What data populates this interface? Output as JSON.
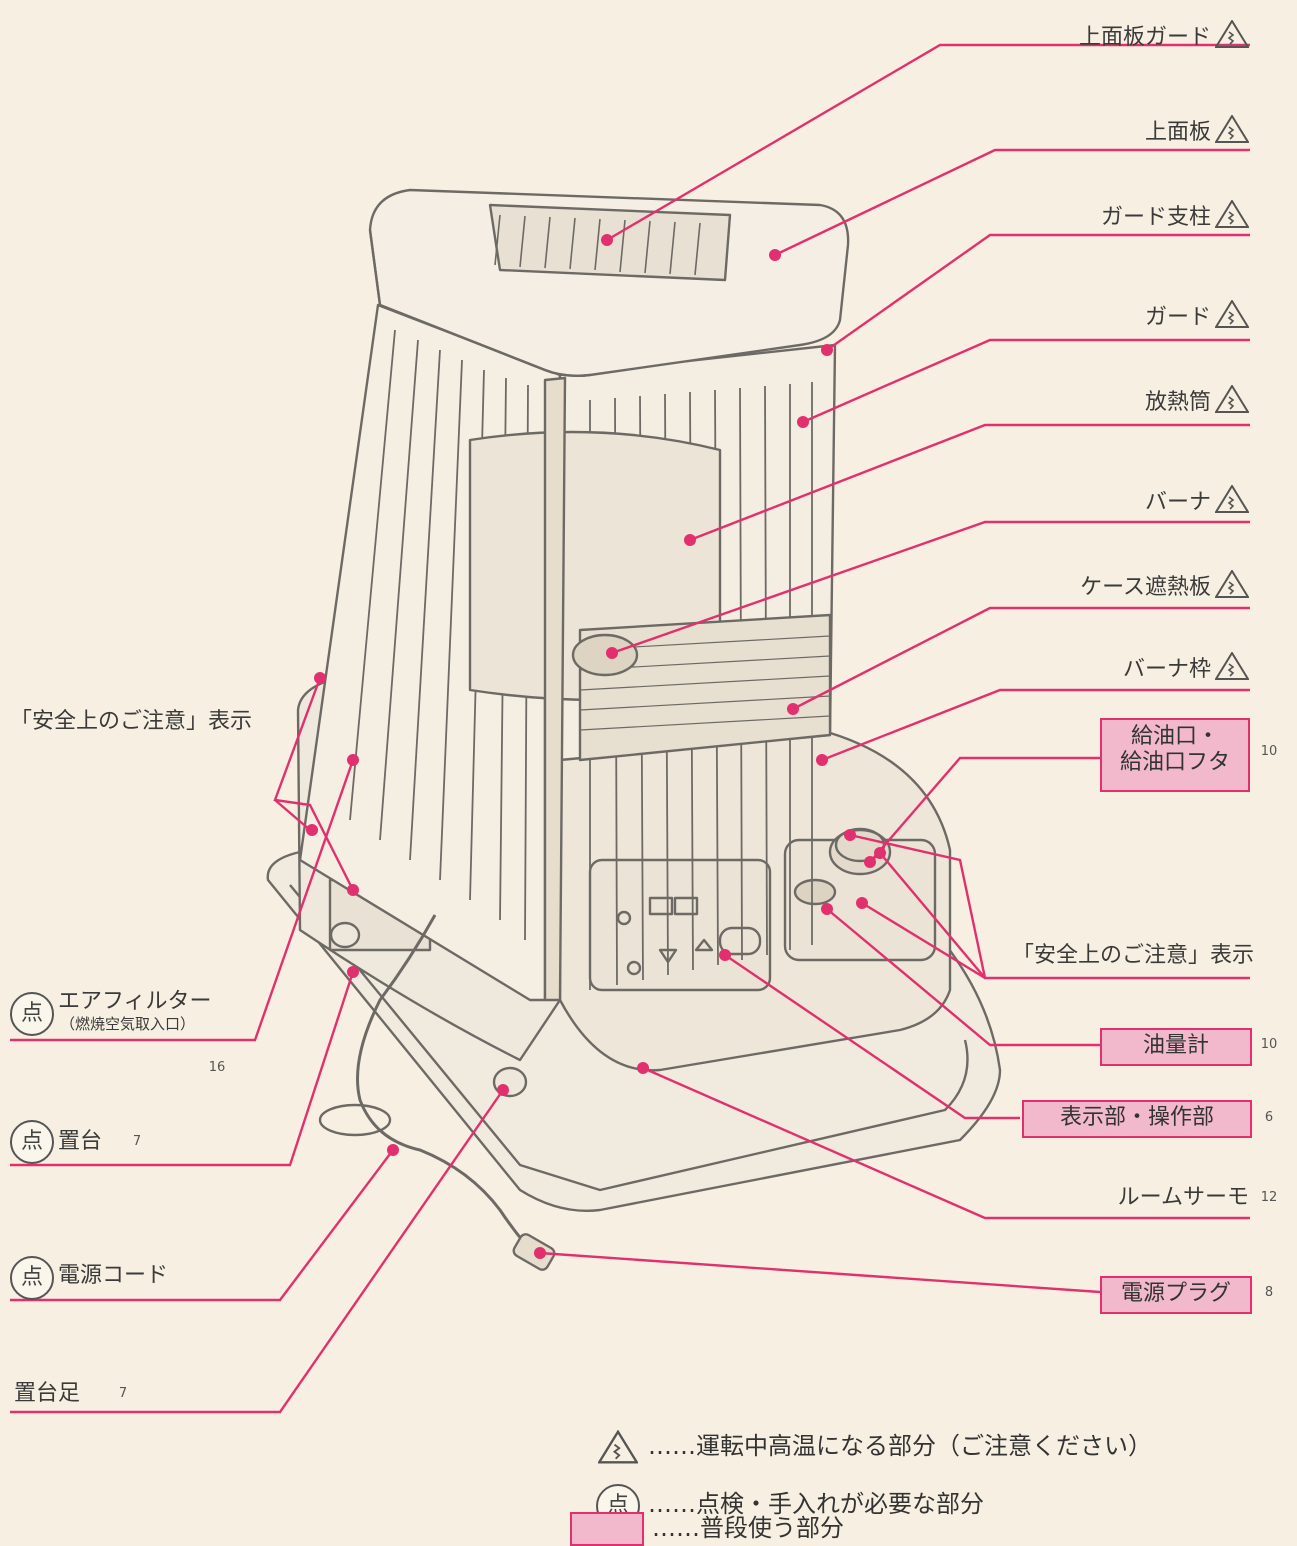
{
  "colors": {
    "leader": "#e2306f",
    "box_fill": "#f2b8cc",
    "paper": "#f7f0e2",
    "ink": "#555555"
  },
  "right_labels": {
    "top_guard": "上面板ガード",
    "top_plate": "上面板",
    "guard_post": "ガード支柱",
    "guard": "ガード",
    "radiator": "放熱筒",
    "burner": "バーナ",
    "case_shield": "ケース遮熱板",
    "burner_frame": "バーナ枠",
    "fuel_port_line1": "給油口・",
    "fuel_port_line2": "給油口フタ",
    "fuel_port_page": "10",
    "safety_notice_right": "「安全上のご注意」表示",
    "oil_gauge": "油量計",
    "oil_gauge_page": "10",
    "display_panel": "表示部・操作部",
    "display_panel_page": "6",
    "room_thermo": "ルームサーモ",
    "room_thermo_page": "12",
    "power_plug": "電源プラグ",
    "power_plug_page": "8"
  },
  "left_labels": {
    "safety_notice_left": "「安全上のご注意」表示",
    "check_mark": "点",
    "air_filter": "エアフィルター",
    "air_filter_sub": "（燃焼空気取入口）",
    "air_filter_page": "16",
    "stand": "置台",
    "stand_page": "7",
    "power_cord": "電源コード",
    "stand_leg": "置台足",
    "stand_leg_page": "7"
  },
  "legend": {
    "hot_parts": "……運転中高温になる部分（ご注意ください）",
    "check_mark": "点",
    "check_parts": "……点検・手入れが必要な部分",
    "daily_parts": "……普段使う部分"
  }
}
